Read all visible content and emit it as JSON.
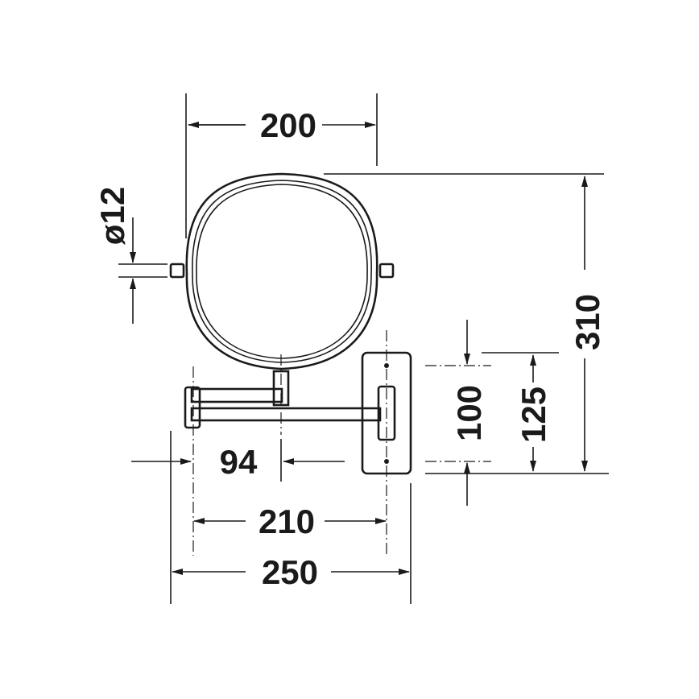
{
  "drawing": {
    "subject": "wall-mounted cosmetic mirror with swivel arm",
    "line_color": "#1a1a1a",
    "background": "#ffffff",
    "dimensions": {
      "mirror_width": "200",
      "pivot_diameter": "ø12",
      "total_height": "310",
      "plate_hole_spacing": "100",
      "plate_height": "125",
      "mirror_center_offset": "94",
      "arm_reach": "210",
      "total_depth": "250"
    }
  }
}
